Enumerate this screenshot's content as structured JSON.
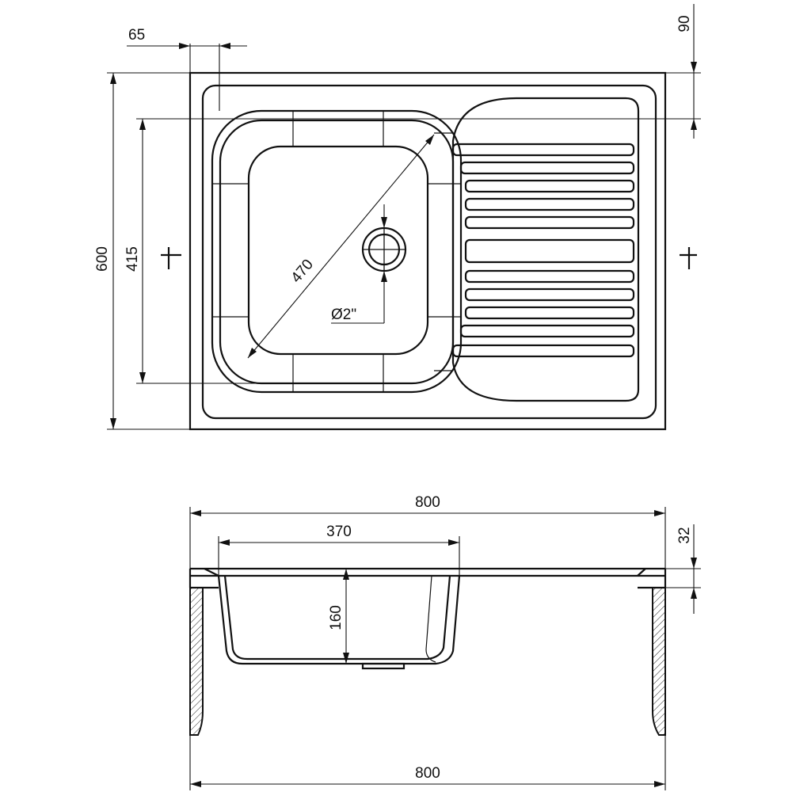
{
  "drawing": {
    "dimensions": {
      "flange_offset": "65",
      "top_margin": "90",
      "overall_depth": "600",
      "bowl_depth": "415",
      "bowl_diagonal": "470",
      "drain_size": "Ø2\"",
      "overall_width_top": "800",
      "bowl_width": "370",
      "rim_height": "32",
      "bowl_height": "160",
      "overall_width_bottom": "800"
    },
    "colors": {
      "line": "#111111",
      "background": "#ffffff"
    }
  }
}
